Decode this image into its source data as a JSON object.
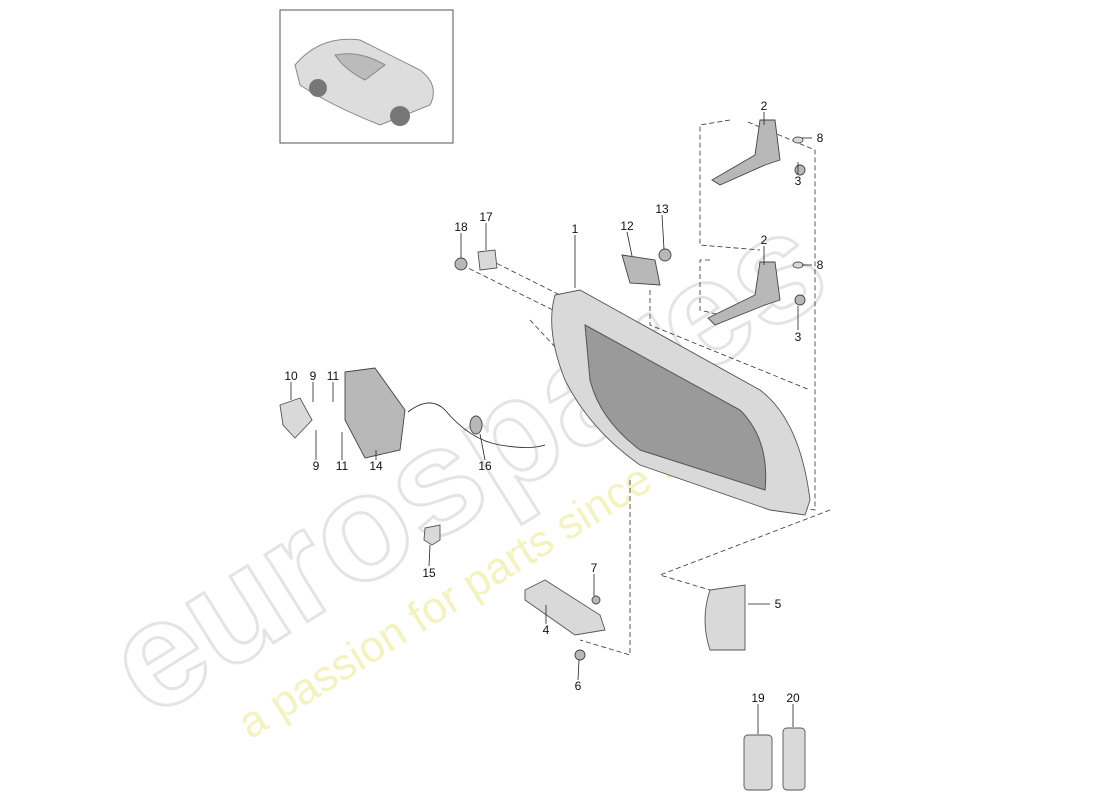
{
  "watermark": {
    "brand": "eurospares",
    "tagline": "a passion for parts since 1985",
    "brand_color": "#e4e4e4",
    "tagline_color": "#f2f0b0"
  },
  "thumbnail": {
    "icon": "car-thumbnail-icon"
  },
  "callouts": [
    {
      "id": "c2a",
      "label": "2"
    },
    {
      "id": "c8a",
      "label": "8"
    },
    {
      "id": "c3a",
      "label": "3"
    },
    {
      "id": "c2b",
      "label": "2"
    },
    {
      "id": "c8b",
      "label": "8"
    },
    {
      "id": "c3b",
      "label": "3"
    },
    {
      "id": "c18",
      "label": "18"
    },
    {
      "id": "c17",
      "label": "17"
    },
    {
      "id": "c1",
      "label": "1"
    },
    {
      "id": "c12",
      "label": "12"
    },
    {
      "id": "c13",
      "label": "13"
    },
    {
      "id": "c10",
      "label": "10"
    },
    {
      "id": "c9a",
      "label": "9"
    },
    {
      "id": "c11a",
      "label": "11"
    },
    {
      "id": "c9b",
      "label": "9"
    },
    {
      "id": "c11b",
      "label": "11"
    },
    {
      "id": "c14",
      "label": "14"
    },
    {
      "id": "c16",
      "label": "16"
    },
    {
      "id": "c15",
      "label": "15"
    },
    {
      "id": "c7",
      "label": "7"
    },
    {
      "id": "c4",
      "label": "4"
    },
    {
      "id": "c6",
      "label": "6"
    },
    {
      "id": "c5",
      "label": "5"
    },
    {
      "id": "c19",
      "label": "19"
    },
    {
      "id": "c20",
      "label": "20"
    }
  ]
}
